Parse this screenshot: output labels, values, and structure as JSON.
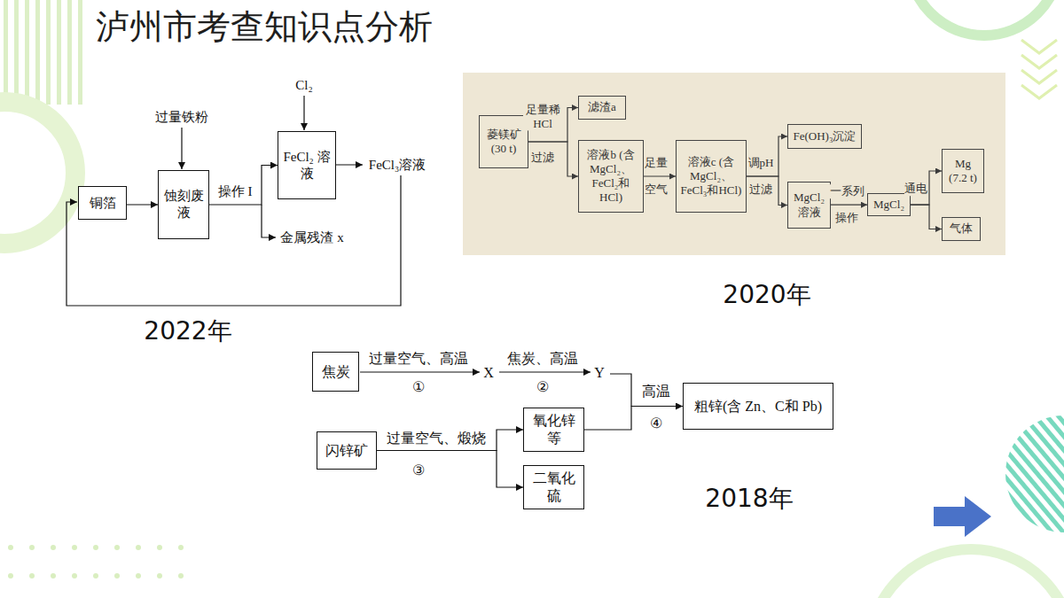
{
  "diagram": {
    "title": "泸州市考查知识点分析",
    "nodes": [
      {
        "text": [
          "铜箔"
        ]
      },
      {
        "text": [
          "蚀刻废液"
        ]
      },
      {
        "text": [
          "FeCl₂ 溶液"
        ]
      },
      {
        "text": [
          "菱镁矿 (30 t)"
        ]
      },
      {
        "text": [
          "滤渣a"
        ]
      },
      {
        "text": [
          "溶液b (含MgCl₂、FeCl₂和HCl)"
        ]
      },
      {
        "text": [
          "溶液c (含MgCl₂、FeCl₃和HCl)"
        ]
      },
      {
        "text": [
          "Fe(OH)₃沉淀"
        ]
      },
      {
        "text": [
          "MgCl₂ 溶液"
        ]
      },
      {
        "text": [
          "MgCl₂"
        ]
      },
      {
        "text": [
          "Mg (7.2 t)"
        ]
      },
      {
        "text": [
          "气体"
        ]
      },
      {
        "text": [
          "焦炭"
        ]
      },
      {
        "text": [
          "闪锌矿"
        ]
      },
      {
        "text": [
          "氧化锌等"
        ]
      },
      {
        "text": [
          "二氧化硫"
        ]
      },
      {
        "text": [
          "粗锌(含 Zn、C和 Pb)"
        ]
      }
    ],
    "edges": [
      {
        "from": 0,
        "to": 1,
        "arrow": "to"
      },
      {
        "from": 1,
        "to": 2,
        "arrow": "to",
        "label": "操作 I"
      },
      {
        "from": 3,
        "to": 4,
        "arrow": "to",
        "label": "足量稀 HCl"
      },
      {
        "from": 3,
        "to": 5,
        "arrow": "to"
      },
      {
        "from": 5,
        "to": 6,
        "arrow": "to",
        "label": "足量"
      },
      {
        "from": 6,
        "to": 7,
        "arrow": "to",
        "label": "调pH"
      },
      {
        "from": 6,
        "to": 8,
        "arrow": "to"
      },
      {
        "from": 8,
        "to": 9,
        "arrow": "to",
        "label": "一系列"
      },
      {
        "from": 9,
        "to": 10,
        "arrow": "to",
        "label": "通电"
      },
      {
        "from": 9,
        "to": 11,
        "arrow": "to"
      },
      {
        "from": 13,
        "to": 14,
        "arrow": "to",
        "label": "过量空气、煅烧"
      },
      {
        "from": 13,
        "to": 15,
        "arrow": "to"
      },
      {
        "from": 14,
        "to": 16,
        "arrow": "to",
        "label": "高温"
      }
    ],
    "labels": [
      "2022年",
      "过量铁粉",
      "Cl₂",
      "FeCl₃溶液",
      "金属残渣 x",
      "过滤",
      "空气",
      "过滤",
      "操作",
      "2020年",
      "过量空气、高温",
      "①",
      "X",
      "焦炭、高温",
      "②",
      "Y",
      "③",
      "④",
      "2018年"
    ]
  }
}
